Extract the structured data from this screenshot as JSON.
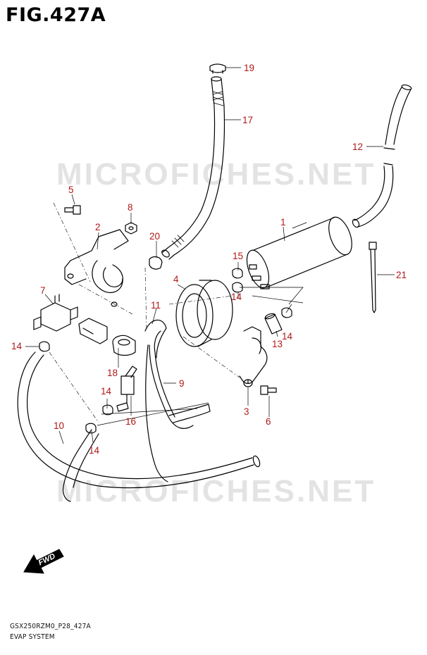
{
  "figure": {
    "title": "FIG.427A",
    "model_code": "GSX250RZM0_P28_427A",
    "section_name": "EVAP SYSTEM"
  },
  "watermark": "MICROFICHES.NET",
  "fwd_label": "FWD",
  "callouts": [
    {
      "id": "1",
      "label": "1"
    },
    {
      "id": "2",
      "label": "2"
    },
    {
      "id": "3",
      "label": "3"
    },
    {
      "id": "4",
      "label": "4"
    },
    {
      "id": "5",
      "label": "5"
    },
    {
      "id": "6",
      "label": "6"
    },
    {
      "id": "7",
      "label": "7"
    },
    {
      "id": "8",
      "label": "8"
    },
    {
      "id": "9",
      "label": "9"
    },
    {
      "id": "10",
      "label": "10"
    },
    {
      "id": "11",
      "label": "11"
    },
    {
      "id": "12",
      "label": "12"
    },
    {
      "id": "13",
      "label": "13"
    },
    {
      "id": "14a",
      "label": "14"
    },
    {
      "id": "14b",
      "label": "14"
    },
    {
      "id": "14c",
      "label": "14"
    },
    {
      "id": "14d",
      "label": "14"
    },
    {
      "id": "14e",
      "label": "14"
    },
    {
      "id": "15",
      "label": "15"
    },
    {
      "id": "16",
      "label": "16"
    },
    {
      "id": "17",
      "label": "17"
    },
    {
      "id": "18",
      "label": "18"
    },
    {
      "id": "19",
      "label": "19"
    },
    {
      "id": "20",
      "label": "20"
    },
    {
      "id": "21",
      "label": "21"
    }
  ],
  "colors": {
    "callout": "#b01818",
    "line": "#000000",
    "watermark": "#e3e3e3"
  }
}
